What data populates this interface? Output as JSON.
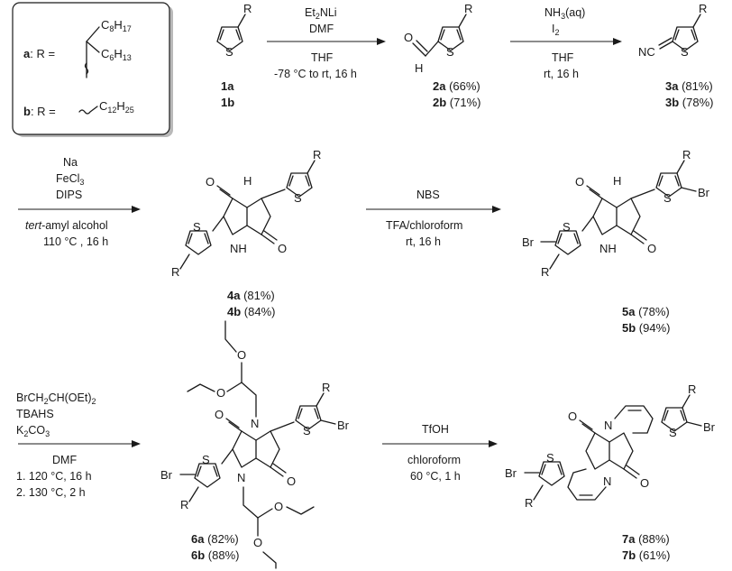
{
  "legend": {
    "a_prefix": "a",
    "b_prefix": "b",
    "r_eq": ": R =",
    "c8": "C",
    "c8_sub": "8",
    "c8_h": "H",
    "c8_hsub": "17",
    "c6": "C",
    "c6_sub": "6",
    "c6_h": "H",
    "c6_hsub": "13",
    "c12": "C",
    "c12_sub": "12",
    "c12_h": "H",
    "c12_hsub": "25"
  },
  "atoms": {
    "S": "S",
    "O": "O",
    "N": "N",
    "H": "H",
    "NH": "NH",
    "R": "R",
    "Br": "Br",
    "NC": "NC"
  },
  "step1": {
    "l1": "Et",
    "l1s": "2",
    "l1b": "NLi",
    "l2": "DMF",
    "l3": "THF",
    "l4": "-78 °C to rt, 16 h"
  },
  "step2": {
    "l1": "NH",
    "l1s": "3",
    "l1b": "(aq)",
    "l2": "I",
    "l2s": "2",
    "l3": "THF",
    "l4": "rt, 16 h"
  },
  "step3": {
    "l1": "Na",
    "l2": "FeCl",
    "l2s": "3",
    "l3": "DIPS",
    "l4i": "tert",
    "l4": "-amyl alcohol",
    "l5": "110 °C , 16 h"
  },
  "step4": {
    "l1": "NBS",
    "l2": "TFA/chloroform",
    "l3": "rt, 16 h"
  },
  "step5": {
    "l1": "BrCH",
    "l1s1": "2",
    "l1b": "CH(OEt)",
    "l1s2": "2",
    "l2": "TBAHS",
    "l3": "K",
    "l3s": "2",
    "l3b": "CO",
    "l3s2": "3",
    "l4": "DMF",
    "l5": "1. 120 °C, 16 h",
    "l6": "2. 130 °C, 2 h"
  },
  "step6": {
    "l1": "TfOH",
    "l2": "chloroform",
    "l3": "60 °C, 1 h"
  },
  "compounds": {
    "c1a": "1a",
    "c1b": "1b",
    "c2a": "2a",
    "y2a": " (66%)",
    "c2b": "2b",
    "y2b": " (71%)",
    "c3a": "3a",
    "y3a": " (81%)",
    "c3b": "3b",
    "y3b": " (78%)",
    "c4a": "4a",
    "y4a": " (81%)",
    "c4b": "4b",
    "y4b": " (84%)",
    "c5a": "5a",
    "y5a": " (78%)",
    "c5b": "5b",
    "y5b": " (94%)",
    "c6a": "6a",
    "y6a": " (82%)",
    "c6b": "6b",
    "y6b": " (88%)",
    "c7a": "7a",
    "y7a": " (88%)",
    "c7b": "7b",
    "y7b": " (61%)"
  }
}
